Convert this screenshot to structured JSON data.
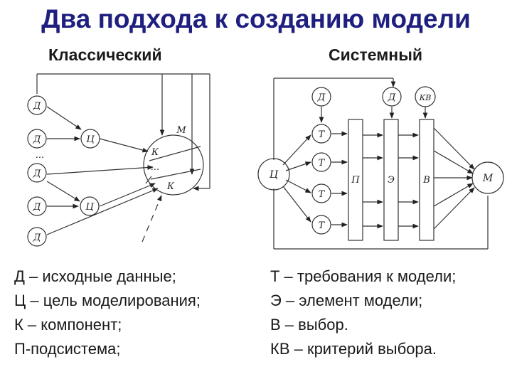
{
  "title": "Два подхода к созданию модели",
  "left_heading": "Классический",
  "right_heading": "Системный",
  "classic": {
    "d_label": "Д",
    "c_label": "Ц",
    "k_label": "К",
    "m_label": "М",
    "ellipsis": "..."
  },
  "system": {
    "d_label": "Д",
    "kv_label": "КВ",
    "t_label": "Т",
    "c_label": "Ц",
    "p_label": "П",
    "e_label": "Э",
    "v_label": "В",
    "m_label": "М"
  },
  "legend_left": [
    "Д – исходные данные;",
    "Ц – цель моделирования;",
    "К – компонент;",
    "П-подсистема;"
  ],
  "legend_right": [
    "Т – требования к модели;",
    "Э – элемент модели;",
    "В – выбор.",
    "КВ – критерий выбора."
  ]
}
